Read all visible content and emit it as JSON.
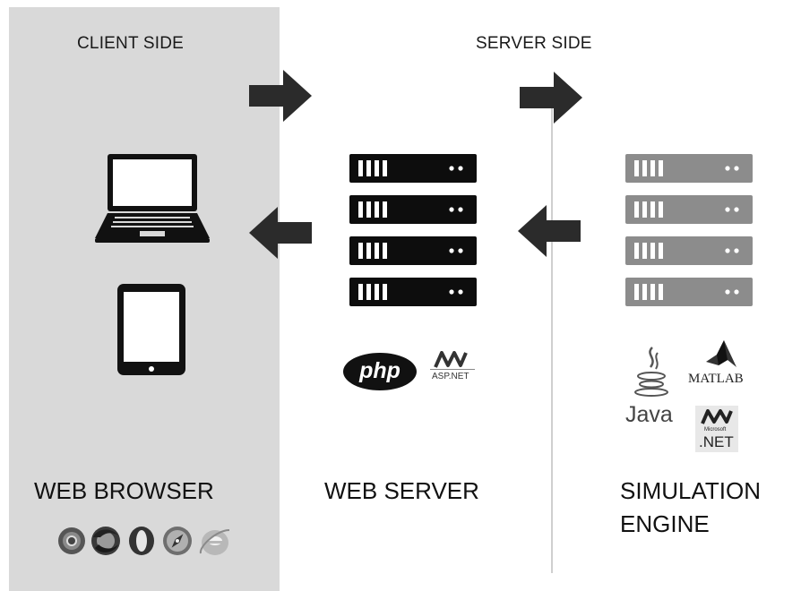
{
  "headers": {
    "client_side": "CLIENT SIDE",
    "server_side": "SERVER SIDE"
  },
  "labels": {
    "web_browser": "WEB BROWSER",
    "web_server": "WEB SERVER",
    "simulation_engine_line1": "SIMULATION",
    "simulation_engine_line2": "ENGINE"
  },
  "logos": {
    "php": "php",
    "aspnet": "ASP.NET",
    "matlab": "MATLAB",
    "java": "Java",
    "microsoft": "Microsoft",
    "dotnet": ".NET"
  },
  "icons": {
    "web_server_rack": "server-rack-icon",
    "simulation_rack": "server-rack-icon",
    "laptop": "laptop-icon",
    "tablet": "tablet-icon",
    "browsers": [
      "chrome-icon",
      "firefox-icon",
      "opera-icon",
      "safari-icon",
      "internet-explorer-icon"
    ]
  },
  "colors": {
    "client_panel": "#d9d9d9",
    "arrow": "#2b2b2b",
    "web_server_rack": "#0d0d0d",
    "simulation_rack": "#8c8c8c"
  }
}
